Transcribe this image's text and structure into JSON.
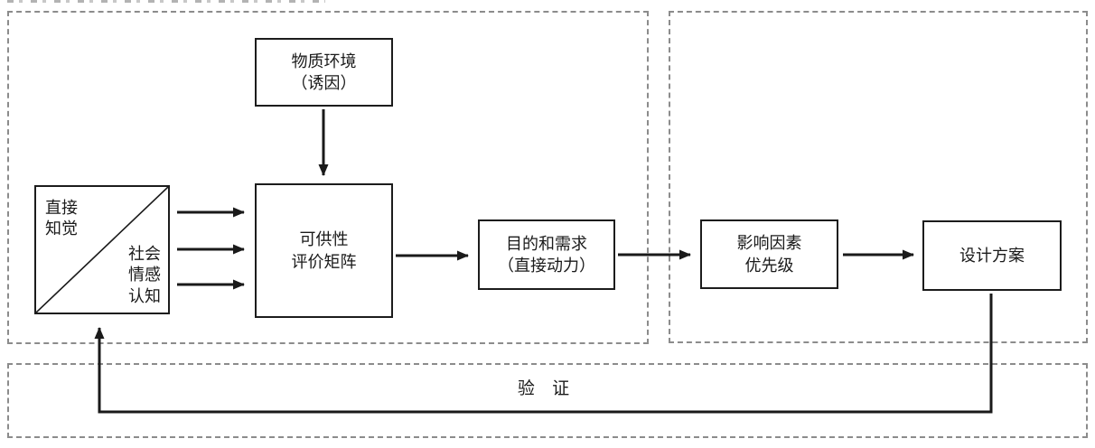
{
  "diagram": {
    "nodes": {
      "material_environment": {
        "label": "物质环境\n（诱因）"
      },
      "direct_perception": {
        "label": "直接\n知觉"
      },
      "social_cognition": {
        "label": "社会\n情感\n认知"
      },
      "affordance_matrix": {
        "label": "可供性\n评价矩阵"
      },
      "purpose_needs": {
        "label": "目的和需求\n（直接动力）"
      },
      "factor_priority": {
        "label": "影响因素\n优先级"
      },
      "design_scheme": {
        "label": "设计方案"
      }
    },
    "labels": {
      "verification": "验 证"
    },
    "colors": {
      "line": "#1a1a1a",
      "node_border": "#1c1c1c",
      "dashed_border": "#8c8c8c",
      "background": "#ffffff"
    }
  }
}
